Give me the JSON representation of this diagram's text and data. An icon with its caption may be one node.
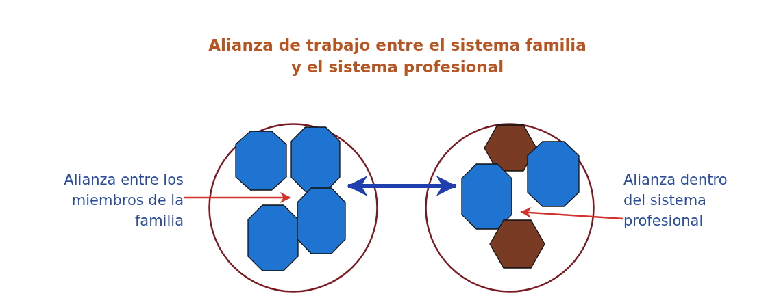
{
  "diagram": {
    "title": "Alianza de trabajo entre el sistema familia y el sistema profesional",
    "nodes": [
      {
        "text": [
          "Alianza entre los miembros de la familia"
        ]
      },
      {
        "text": [],
        "shape": "circle"
      },
      {
        "text": [],
        "shape": "octagon",
        "in": 1
      },
      {
        "text": [],
        "shape": "octagon",
        "in": 1
      },
      {
        "text": [],
        "shape": "octagon",
        "in": 1
      },
      {
        "text": [],
        "shape": "octagon",
        "in": 1
      },
      {
        "text": [],
        "shape": "circle"
      },
      {
        "text": [],
        "shape": "hexagon",
        "in": 6
      },
      {
        "text": [],
        "shape": "octagon",
        "in": 6
      },
      {
        "text": [],
        "shape": "octagon",
        "in": 6
      },
      {
        "text": [],
        "shape": "hexagon",
        "in": 6
      },
      {
        "text": [
          "Alianza dentro del sistema profesional"
        ]
      }
    ],
    "edges": [
      {
        "from": 0,
        "to": 3,
        "arrow": "to",
        "color": "#d0342c"
      },
      {
        "from": 1,
        "to": 6,
        "arrow": "both",
        "style": "thick",
        "color": "#1f3fae"
      },
      {
        "from": 11,
        "to": 10,
        "arrow": "to",
        "color": "#d0342c"
      }
    ]
  }
}
